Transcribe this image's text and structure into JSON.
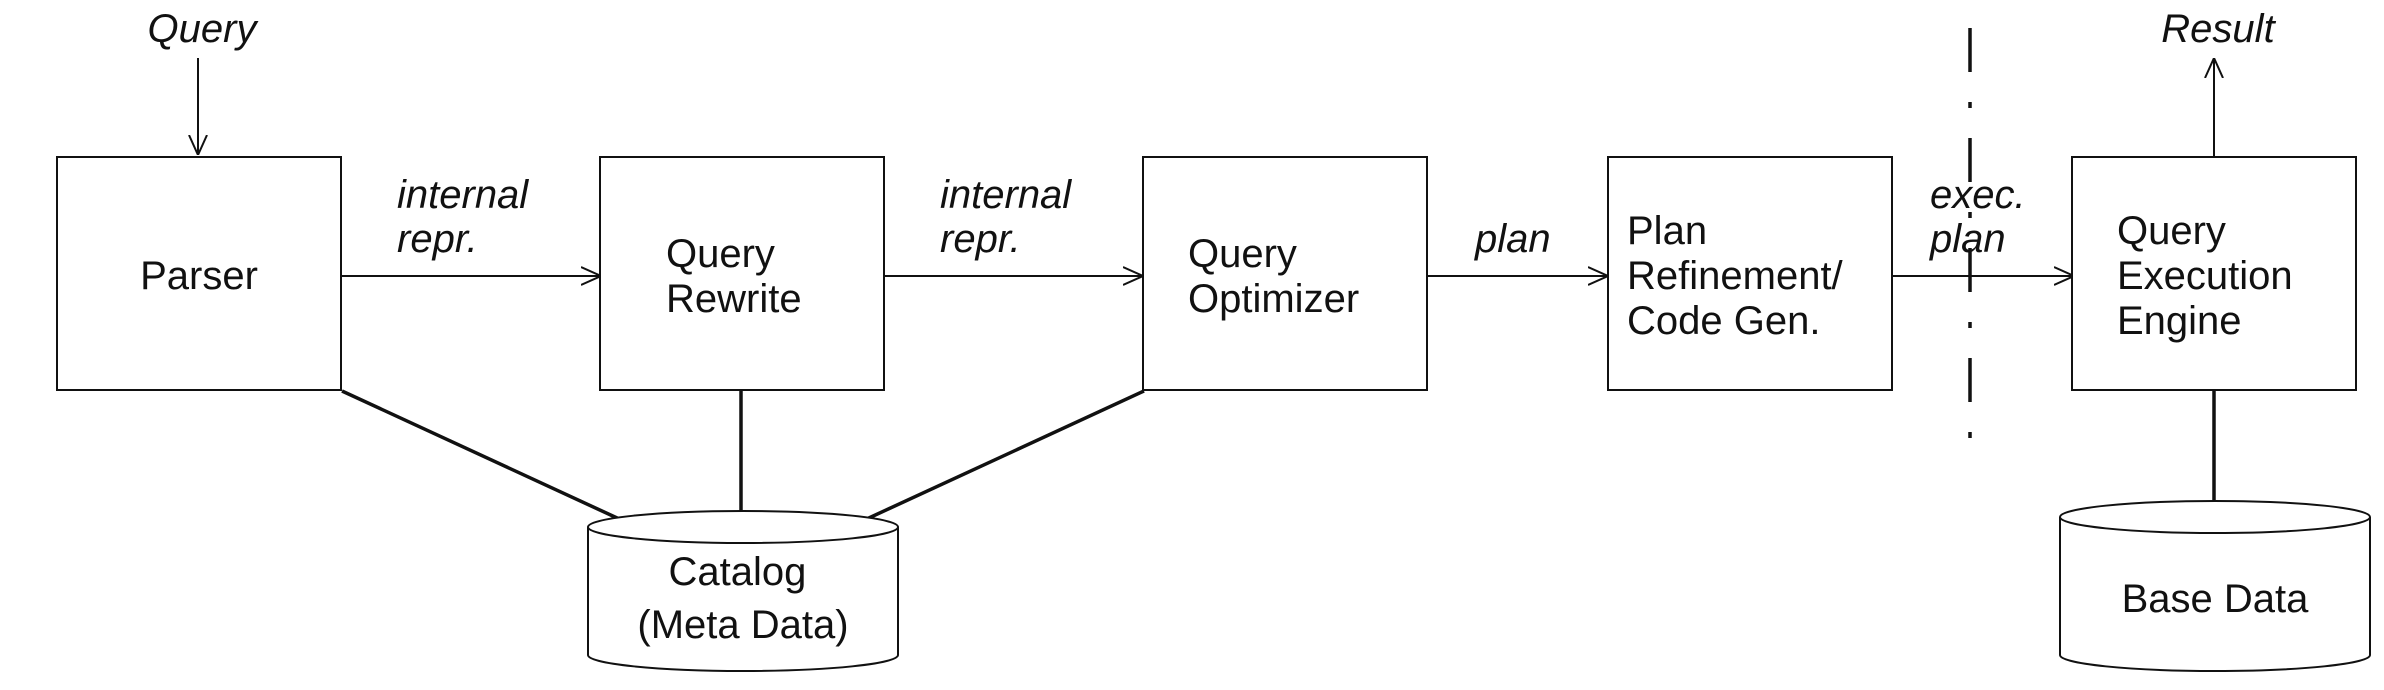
{
  "diagram": {
    "query_label": "Query",
    "result_label": "Result",
    "parser": "Parser",
    "rewrite": [
      "Query",
      "Rewrite"
    ],
    "optimizer": [
      "Query",
      "Optimizer"
    ],
    "refinement": [
      "Plan",
      "Refinement/",
      "Code Gen."
    ],
    "execution": [
      "Query",
      "Execution",
      "Engine"
    ],
    "edge_parser_rewrite": [
      "internal",
      "repr."
    ],
    "edge_rewrite_optimizer": [
      "internal",
      "repr."
    ],
    "edge_optimizer_refinement": "plan",
    "edge_refinement_execution": [
      "exec.",
      "plan"
    ],
    "catalog": [
      "Catalog",
      "(Meta Data)"
    ],
    "base_data": "Base Data"
  }
}
